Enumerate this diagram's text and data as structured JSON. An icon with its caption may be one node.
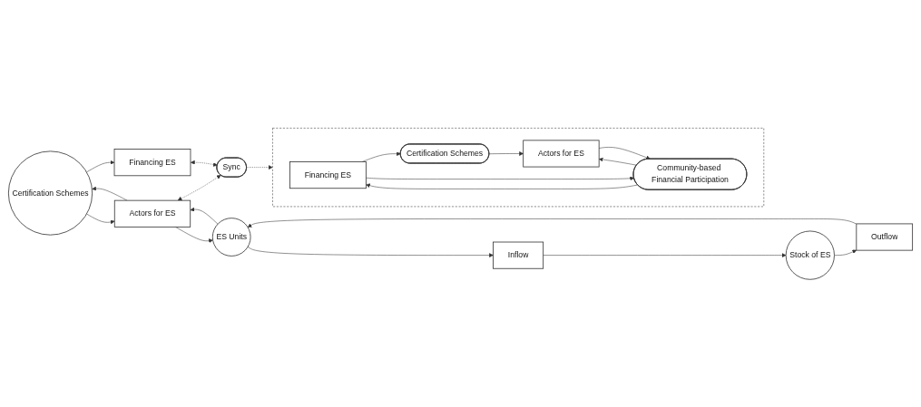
{
  "diagram": {
    "nodes": [
      {
        "text": [
          "Certification Schemes"
        ]
      },
      {
        "text": [
          "Actors for ES"
        ]
      },
      {
        "text": [
          "ES Units"
        ]
      },
      {
        "text": [
          "Outflow"
        ]
      },
      {
        "text": [
          "Inflow"
        ]
      },
      {
        "text": [
          "Stock of ES"
        ]
      },
      {
        "text": [
          "Financing ES"
        ]
      },
      {
        "text": [
          "Sync"
        ]
      },
      {
        "text": [],
        "shape": "box"
      },
      {
        "text": [
          "Financing ES"
        ],
        "in": 8
      },
      {
        "text": [
          "Certification Schemes"
        ],
        "in": 8
      },
      {
        "text": [
          "Actors for ES"
        ],
        "in": 8
      },
      {
        "text": [
          "Community-based Financial Participation"
        ],
        "in": 8
      }
    ],
    "edges": [
      {
        "from": 1,
        "to": 0,
        "arrow": "to"
      },
      {
        "from": 0,
        "to": 1,
        "arrow": "to"
      },
      {
        "from": 2,
        "to": 1,
        "arrow": "to"
      },
      {
        "from": 1,
        "to": 2,
        "arrow": "to"
      },
      {
        "from": 3,
        "to": 2,
        "arrow": "to"
      },
      {
        "from": 5,
        "to": 3,
        "arrow": "to"
      },
      {
        "from": 2,
        "to": 4,
        "arrow": "to"
      },
      {
        "from": 4,
        "to": 5,
        "arrow": "to"
      },
      {
        "from": 0,
        "to": 6,
        "arrow": "to"
      },
      {
        "from": 1,
        "to": 7,
        "arrow": "both",
        "style": "dashed"
      },
      {
        "from": 6,
        "to": 7,
        "arrow": "both",
        "style": "dashed"
      },
      {
        "from": 7,
        "to": 8,
        "arrow": "to",
        "style": "dashed"
      },
      {
        "from": 9,
        "to": 10,
        "arrow": "to"
      },
      {
        "from": 10,
        "to": 11,
        "arrow": "to"
      },
      {
        "from": 9,
        "to": 12,
        "arrow": "to"
      },
      {
        "from": 12,
        "to": 9,
        "arrow": "to"
      },
      {
        "from": 12,
        "to": 11,
        "arrow": "to"
      },
      {
        "from": 11,
        "to": 12,
        "arrow": "to"
      }
    ]
  }
}
